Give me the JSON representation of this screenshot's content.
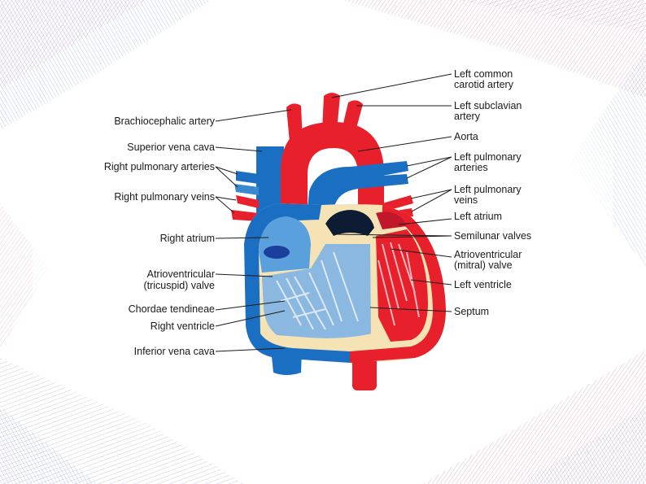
{
  "labels_left": [
    {
      "key": "brachiocephalic",
      "text": "Brachiocephalic artery"
    },
    {
      "key": "svc",
      "text": "Superior vena cava"
    },
    {
      "key": "rpa",
      "text": "Right pulmonary arteries"
    },
    {
      "key": "rpv",
      "text": "Right pulmonary veins"
    },
    {
      "key": "ra",
      "text": "Right atrium"
    },
    {
      "key": "tricuspid_1",
      "text": "Atrioventricular"
    },
    {
      "key": "tricuspid_2",
      "text": "(tricuspid) valve"
    },
    {
      "key": "chordae",
      "text": "Chordae tendineae"
    },
    {
      "key": "rv",
      "text": "Right ventricle"
    },
    {
      "key": "ivc",
      "text": "Inferior vena cava"
    }
  ],
  "labels_right": [
    {
      "key": "lcca_1",
      "text": "Left common"
    },
    {
      "key": "lcca_2",
      "text": "carotid artery"
    },
    {
      "key": "lsa_1",
      "text": "Left subclavian"
    },
    {
      "key": "lsa_2",
      "text": "artery"
    },
    {
      "key": "aorta",
      "text": "Aorta"
    },
    {
      "key": "lpa_1",
      "text": "Left pulmonary"
    },
    {
      "key": "lpa_2",
      "text": "arteries"
    },
    {
      "key": "lpv_1",
      "text": "Left pulmonary"
    },
    {
      "key": "lpv_2",
      "text": "veins"
    },
    {
      "key": "la",
      "text": "Left atrium"
    },
    {
      "key": "semilunar",
      "text": "Semilunar valves"
    },
    {
      "key": "mitral_1",
      "text": "Atrioventricular"
    },
    {
      "key": "mitral_2",
      "text": "(mitral) valve"
    },
    {
      "key": "lv",
      "text": "Left ventricle"
    },
    {
      "key": "septum",
      "text": "Septum"
    }
  ],
  "colors": {
    "artery": "#e8202c",
    "vein": "#1a6fc2",
    "vein_light": "#5aa0dc",
    "wall": "#f5e3b5",
    "frame_pink": "#c85a8c",
    "frame_blue": "#5a88c8"
  }
}
